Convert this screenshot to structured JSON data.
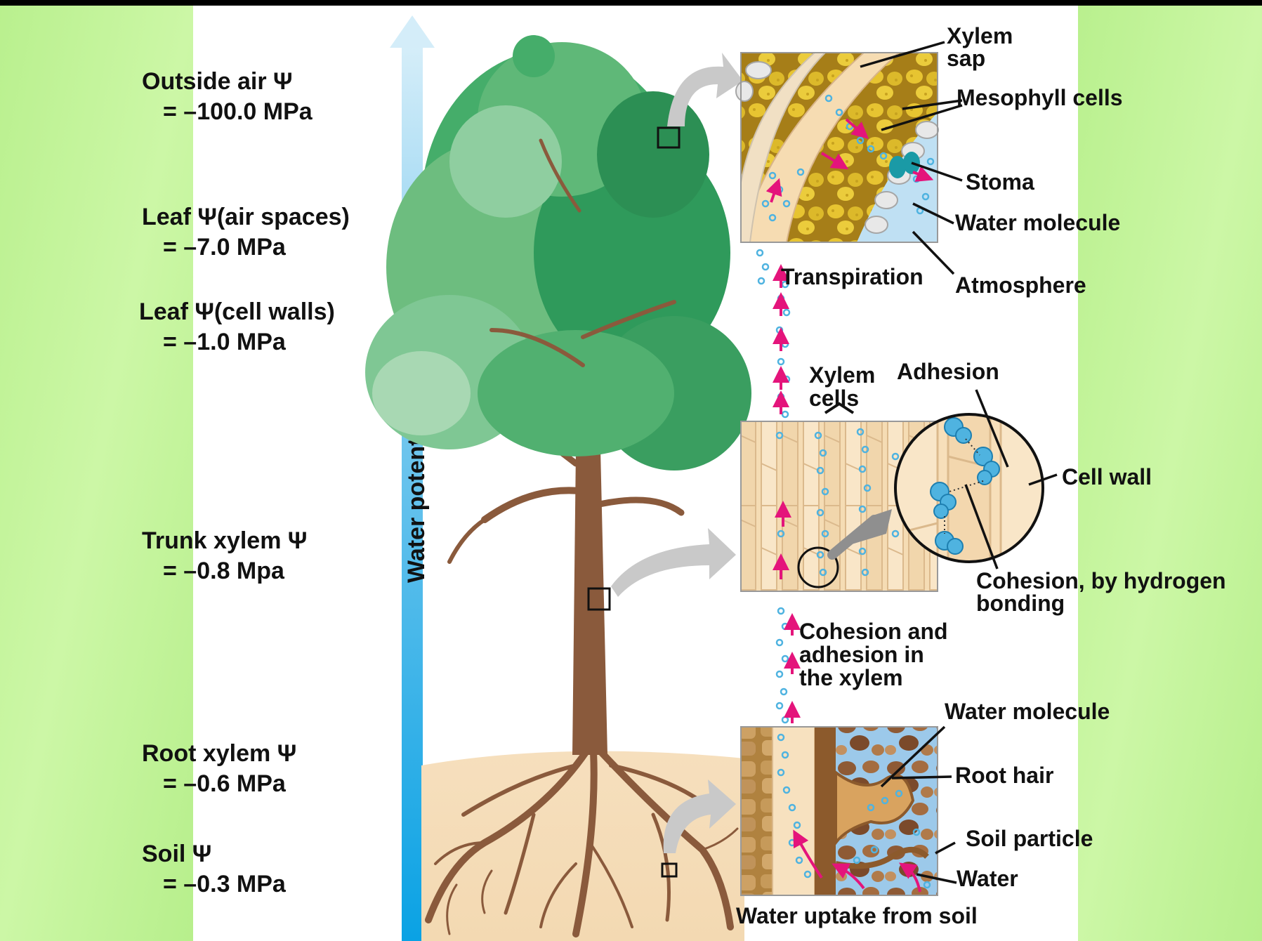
{
  "psi_labels": [
    {
      "name": "Outside air Ψ",
      "value": "= –100.0 MPa"
    },
    {
      "name": "Leaf Ψ(air spaces)",
      "value": "= –7.0 MPa"
    },
    {
      "name": "Leaf Ψ(cell walls)",
      "value": "=  –1.0 MPa"
    },
    {
      "name": "Trunk xylem Ψ",
      "value": "= –0.8 Mpa"
    },
    {
      "name": "Root xylem Ψ",
      "value": "= –0.6 MPa"
    },
    {
      "name": "Soil Ψ",
      "value": "= –0.3 MPa"
    }
  ],
  "gradient_label": "Water potential gradient",
  "leaf_panel": {
    "xylem_sap": [
      "Xylem",
      "sap"
    ],
    "mesophyll": "Mesophyll cells",
    "stoma": "Stoma",
    "water_molecule": "Water molecule",
    "atmosphere": "Atmosphere",
    "transpiration": "Transpiration"
  },
  "stem_panel": {
    "xylem_cells": [
      "Xylem",
      "cells"
    ],
    "adhesion": "Adhesion",
    "cell_wall": "Cell wall",
    "cohesion_hbond": [
      "Cohesion, by hydrogen",
      "bonding"
    ],
    "cohesion_adhesion": [
      "Cohesion and",
      "adhesion in",
      "the xylem"
    ]
  },
  "root_panel": {
    "water_molecule": "Water molecule",
    "root_hair": "Root hair",
    "soil_particle": "Soil particle",
    "water": "Water",
    "caption": "Water uptake from soil"
  },
  "colors": {
    "side_background": "#c4f59a",
    "gradient_arrow_top": "#cdeaf8",
    "gradient_arrow_bottom": "#0aa6e6",
    "flow_arrow": "#e4147b",
    "water_dot": "#4fb3e0",
    "leaf_green": "#3aa867",
    "trunk_brown": "#8a5a3c"
  },
  "icons": [
    "up-arrow-icon",
    "curved-arrow-icon"
  ]
}
